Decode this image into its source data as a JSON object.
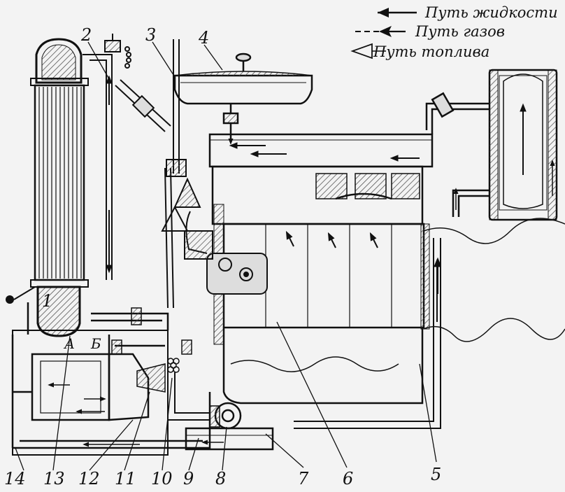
{
  "legend": [
    {
      "text": "Путь жидкости",
      "icon": "liquid-arrow-icon"
    },
    {
      "text": "Путь газов",
      "icon": "gas-arrow-icon"
    },
    {
      "text": "Путь топлива",
      "icon": "fuel-arrow-icon"
    }
  ],
  "callouts": [
    {
      "id": "c1",
      "text": "1"
    },
    {
      "id": "c2",
      "text": "2"
    },
    {
      "id": "c3",
      "text": "3"
    },
    {
      "id": "c4",
      "text": "4"
    },
    {
      "id": "c5",
      "text": "5"
    },
    {
      "id": "c6",
      "text": "6"
    },
    {
      "id": "c7",
      "text": "7"
    },
    {
      "id": "c8",
      "text": "8"
    },
    {
      "id": "c9",
      "text": "9"
    },
    {
      "id": "c10",
      "text": "10"
    },
    {
      "id": "c11",
      "text": "11"
    },
    {
      "id": "c12",
      "text": "12"
    },
    {
      "id": "c13",
      "text": "13"
    },
    {
      "id": "c14",
      "text": "14"
    }
  ],
  "letters": {
    "a": "А",
    "b": "Б"
  },
  "colors": {
    "ink": "#111111",
    "paper": "#f3f3f3",
    "hatch": "#444444"
  }
}
